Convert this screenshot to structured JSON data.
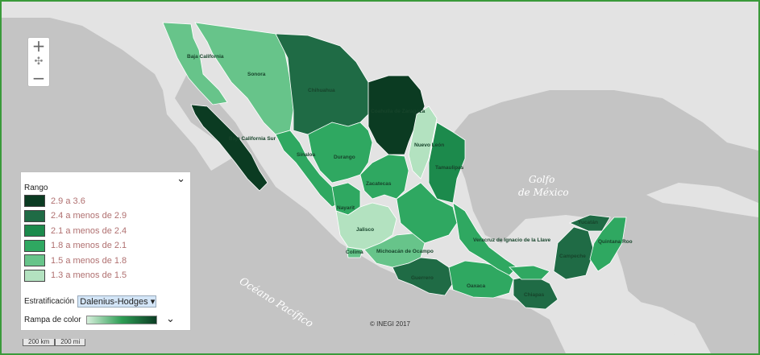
{
  "zoom": {
    "in": "+",
    "pan": "✣",
    "out": "−"
  },
  "legend": {
    "title": "Rango",
    "toggle": "⌄",
    "classes": [
      {
        "label": "2.9 a 3.6",
        "color": "#0b3b22"
      },
      {
        "label": "2.4 a menos de 2.9",
        "color": "#1f6b45"
      },
      {
        "label": "2.1 a menos de 2.4",
        "color": "#1c8a4c"
      },
      {
        "label": "1.8 a menos de 2.1",
        "color": "#2fa861"
      },
      {
        "label": "1.5 a menos de 1.8",
        "color": "#67c48a"
      },
      {
        "label": "1.3 a menos de 1.5",
        "color": "#b3e2c0"
      }
    ],
    "strat_label": "Estratificación",
    "strat_value": "Dalenius-Hodges",
    "ramp_label": "Rampa de color",
    "ramp_toggle": "⌄"
  },
  "labels": {
    "gulf": "Golfo",
    "gulf2": "de México",
    "ocean": "Océano Pacífico",
    "copyright": "© INEGI 2017"
  },
  "states": [
    {
      "name": "Baja California",
      "color": "#67c48a"
    },
    {
      "name": "Sonora",
      "color": "#67c48a"
    },
    {
      "name": "Chihuahua",
      "color": "#1f6b45"
    },
    {
      "name": "Coahuila de Zaragoza",
      "color": "#0b3b22"
    },
    {
      "name": "Nuevo León",
      "color": "#b3e2c0"
    },
    {
      "name": "Tamaulipas",
      "color": "#1c8a4c"
    },
    {
      "name": "Baja California Sur",
      "color": "#0b3b22"
    },
    {
      "name": "Sinaloa",
      "color": "#2fa861"
    },
    {
      "name": "Durango",
      "color": "#2fa861"
    },
    {
      "name": "Zacatecas",
      "color": "#2fa861"
    },
    {
      "name": "Nayarit",
      "color": "#2fa861"
    },
    {
      "name": "Jalisco",
      "color": "#b3e2c0"
    },
    {
      "name": "Colima",
      "color": "#67c48a"
    },
    {
      "name": "Michoacán de Ocampo",
      "color": "#67c48a"
    },
    {
      "name": "Guerrero",
      "color": "#1f6b45"
    },
    {
      "name": "Oaxaca",
      "color": "#2fa861"
    },
    {
      "name": "Chiapas",
      "color": "#1f6b45"
    },
    {
      "name": "Veracruz de Ignacio de la Llave",
      "color": "#2fa861"
    },
    {
      "name": "Yucatán",
      "color": "#1f6b45"
    },
    {
      "name": "Campeche",
      "color": "#1f6b45"
    },
    {
      "name": "Quintana Roo",
      "color": "#2fa861"
    }
  ],
  "scale": {
    "km": "200 km",
    "mi": "200 mi"
  }
}
